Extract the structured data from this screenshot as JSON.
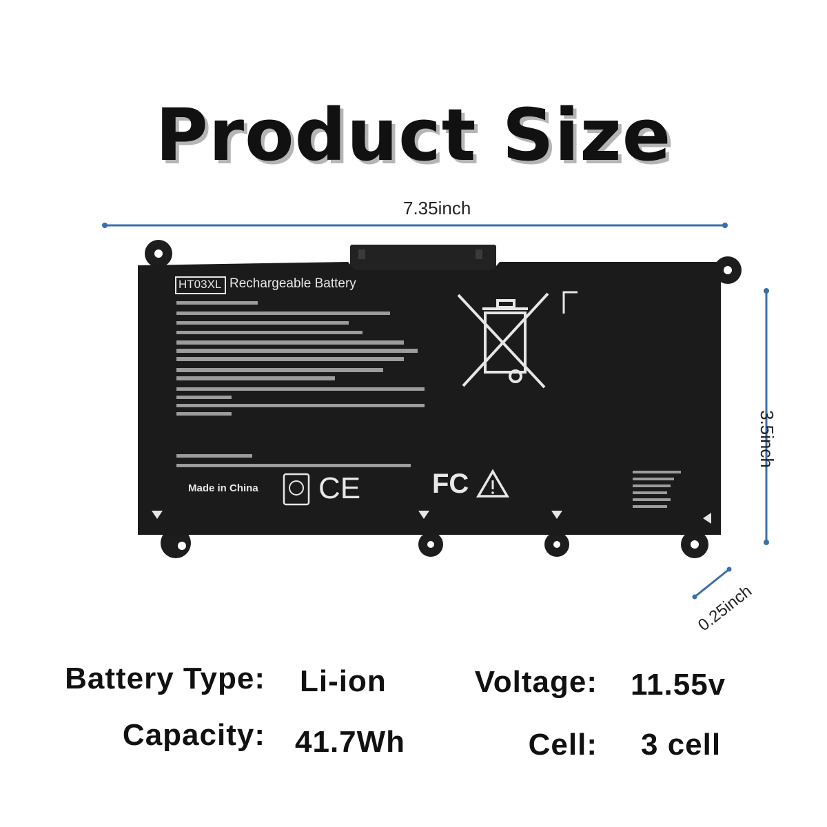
{
  "title": "Product Size",
  "dimensions": {
    "width": "7.35inch",
    "height": "3.5inch",
    "depth": "0.25inch"
  },
  "battery_label": {
    "model": "HT03XL",
    "name": "Rechargeable Battery",
    "made_in": "Made in China",
    "ce_mark": "CE",
    "fcc_mark": "FC"
  },
  "specs": {
    "battery_type_label": "Battery Type:",
    "battery_type_value": "Li-ion",
    "capacity_label": "Capacity:",
    "capacity_value": "41.7Wh",
    "voltage_label": "Voltage:",
    "voltage_value": "11.55v",
    "cell_label": "Cell:",
    "cell_value": "3 cell"
  },
  "colors": {
    "dimension_line": "#3a6fa8",
    "battery_body": "#1b1b1b"
  }
}
